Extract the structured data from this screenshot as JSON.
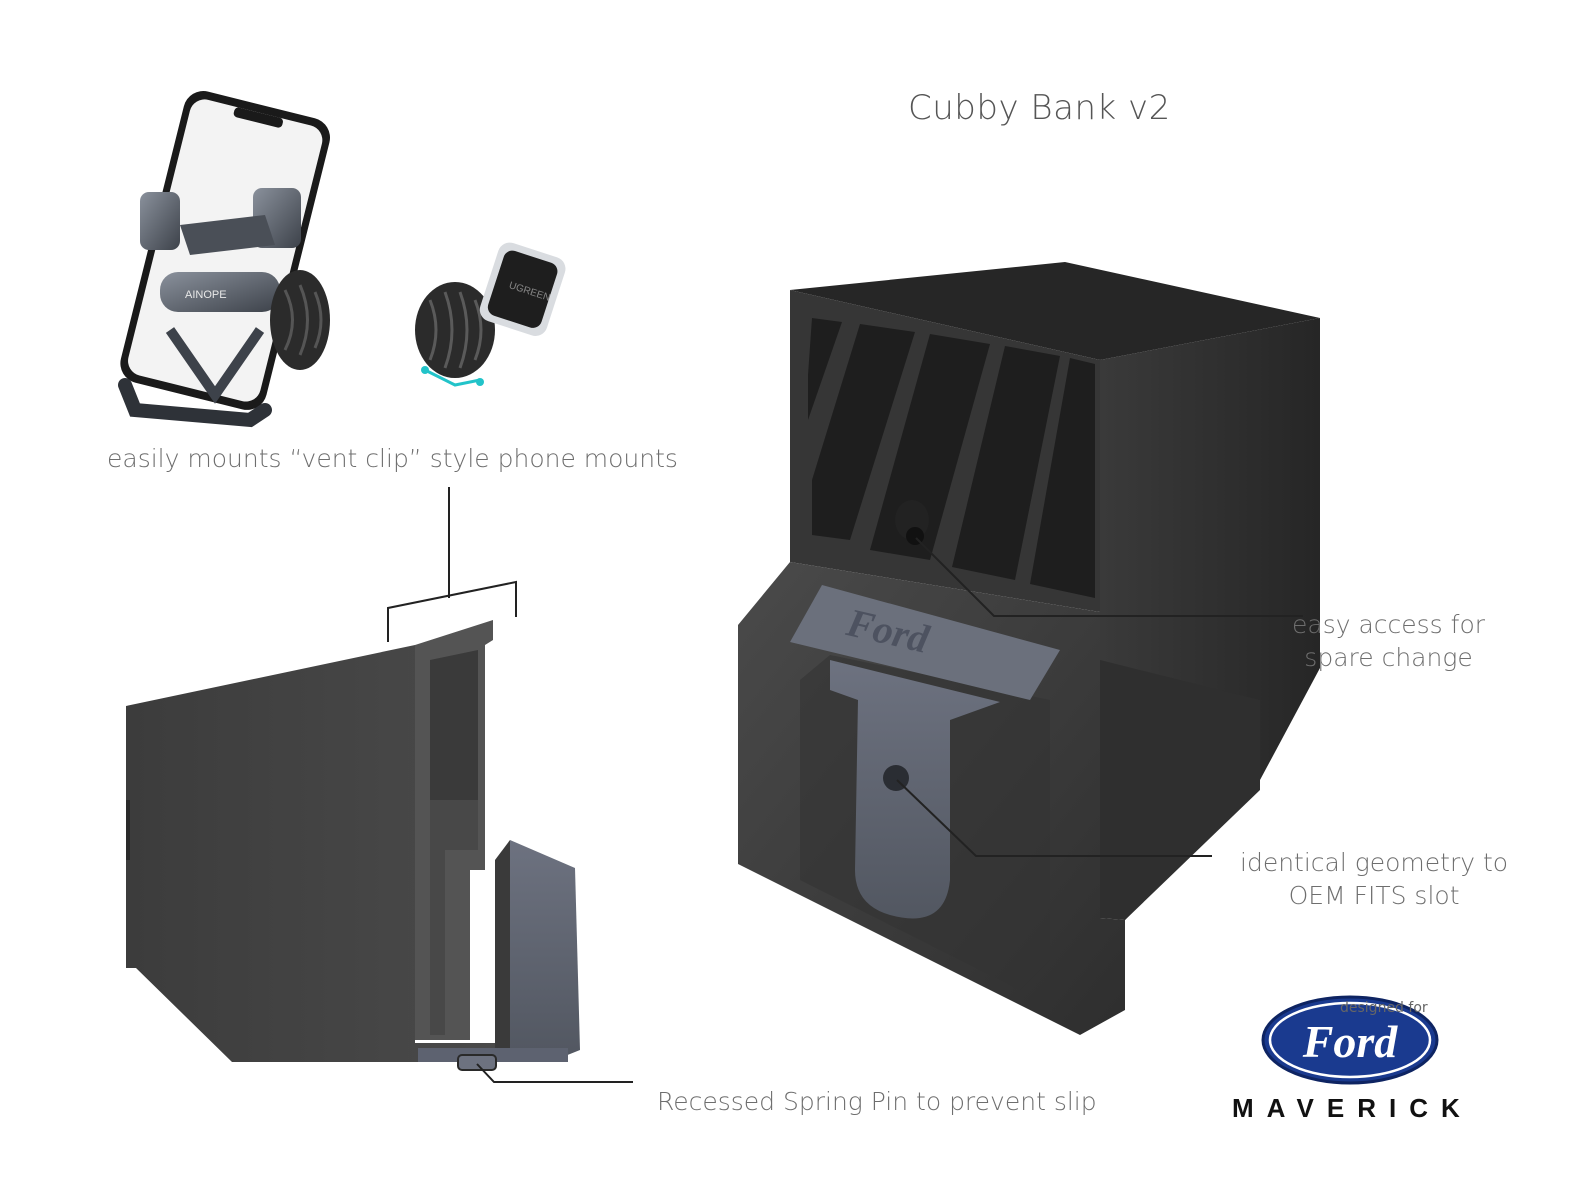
{
  "title": "Cubby Bank v2",
  "callouts": {
    "vent_clip": "easily mounts “vent clip” style phone mounts",
    "spare_change_line1": "easy access for",
    "spare_change_line2": "spare change",
    "oem_line1": "identical geometry to",
    "oem_line2": "OEM FITS slot",
    "spring_pin": "Recessed Spring Pin to prevent slip"
  },
  "branding": {
    "designed_for": "designed for",
    "logo_text": "Ford",
    "model": "MAVERICK",
    "logo_color": "#1a3a8f"
  },
  "product_text": {
    "phone_mount_brand": "AINOPE",
    "magnet_mount_brand": "UGREEN",
    "embossed_logo": "Ford"
  },
  "colors": {
    "body": "#3b3b3b",
    "insert": "#5f6470",
    "text": "#6e6e6e"
  }
}
